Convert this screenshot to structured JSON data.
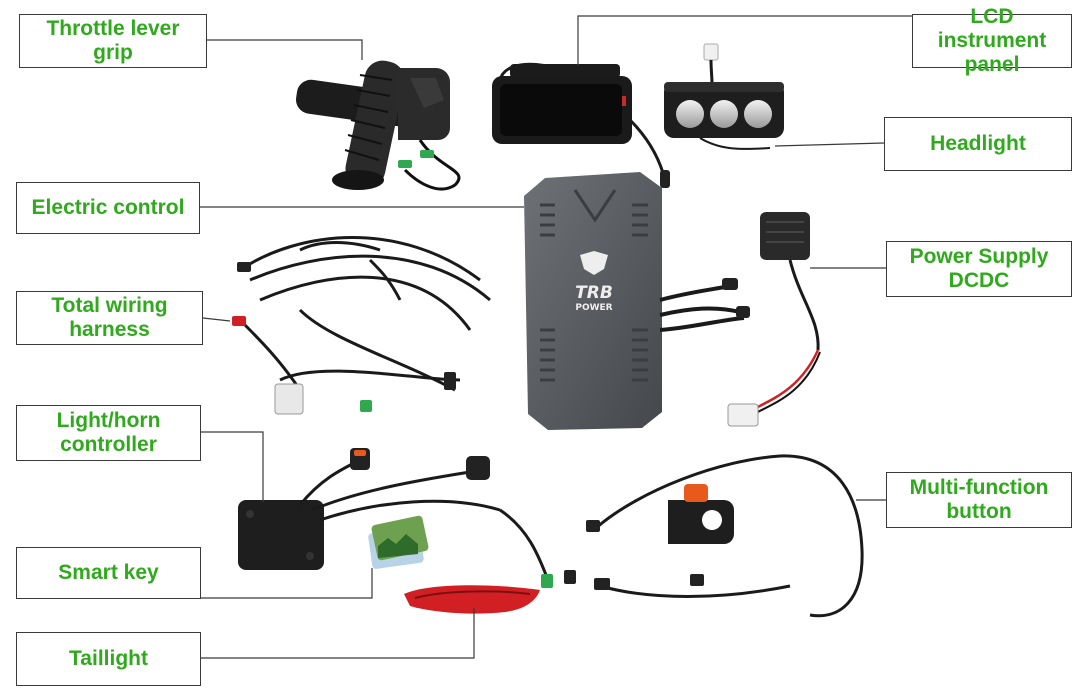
{
  "colors": {
    "label_text": "#2faa1c",
    "label_border": "#3a3a3a",
    "leader_line": "#3a3a3a",
    "device_body": "#5b5f63",
    "device_dark": "#1e1e1e",
    "taillight_red": "#d21f24",
    "accent_orange": "#e85a1c"
  },
  "labels": [
    {
      "id": "throttle",
      "text": "Throttle lever\ngrip"
    },
    {
      "id": "lcd",
      "text": "LCD\ninstrument panel"
    },
    {
      "id": "headlight",
      "text": "Headlight"
    },
    {
      "id": "electric-control",
      "text": "Electric control"
    },
    {
      "id": "power-supply",
      "text": "Power Supply\nDCDC"
    },
    {
      "id": "wiring-harness",
      "text": "Total wiring\nharness"
    },
    {
      "id": "light-horn",
      "text": "Light/horn\ncontroller"
    },
    {
      "id": "multi-function",
      "text": "Multi-function\nbutton"
    },
    {
      "id": "smart-key",
      "text": "Smart key"
    },
    {
      "id": "taillight",
      "text": "Taillight"
    }
  ],
  "brand": {
    "logo_line1": "TRB",
    "logo_line2": "POWER"
  },
  "icons": [
    "throttle-grip-icon",
    "lcd-panel-icon",
    "headlight-icon",
    "controller-box-icon",
    "dcdc-module-icon",
    "wiring-harness-icon",
    "light-horn-module-icon",
    "multi-function-switch-icon",
    "smart-key-card-icon",
    "taillight-icon"
  ]
}
